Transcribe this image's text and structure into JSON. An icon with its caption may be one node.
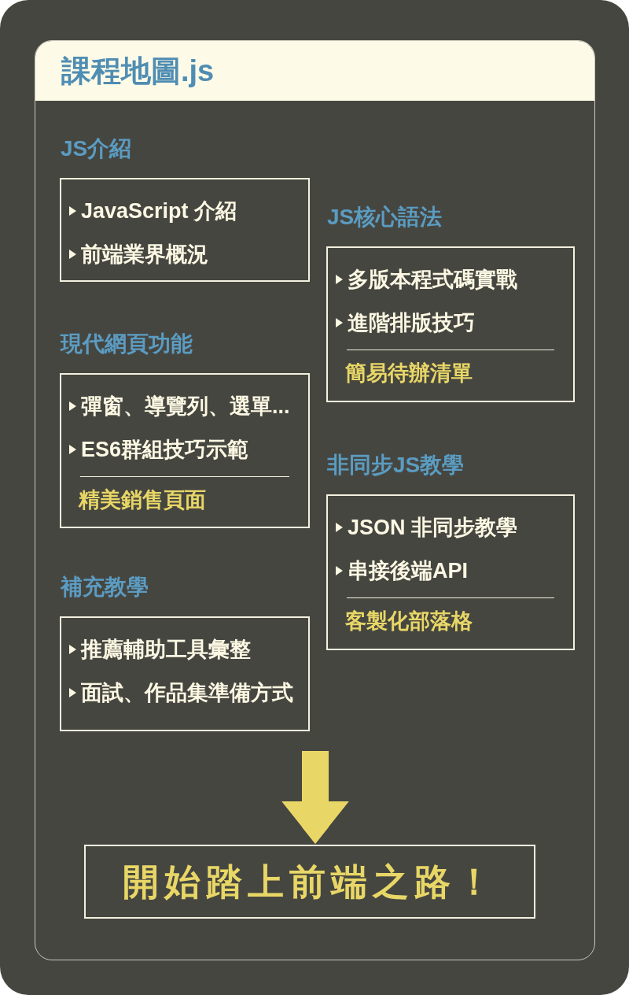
{
  "diagram": {
    "nodes": [
      {
        "text": [
          "課程地圖.js"
        ]
      },
      {
        "text": [
          "JS介紹",
          "JavaScript 介紹",
          "前端業界概況"
        ],
        "in": 0
      },
      {
        "text": [
          "JS核心語法",
          "多版本程式碼實戰",
          "進階排版技巧",
          "簡易待辦清單"
        ],
        "in": 0
      },
      {
        "text": [
          "現代網頁功能",
          "彈窗、導覽列、選單...",
          "ES6群組技巧示範",
          "精美銷售頁面"
        ],
        "in": 0
      },
      {
        "text": [
          "非同步JS教學",
          "JSON 非同步教學",
          "串接後端API",
          "客製化部落格"
        ],
        "in": 0
      },
      {
        "text": [
          "補充教學",
          "推薦輔助工具彙整",
          "面試、作品集準備方式"
        ],
        "in": 0
      },
      {
        "text": [
          "開始踏上前端之路！"
        ],
        "in": 0
      }
    ],
    "edges": [
      {
        "from": null,
        "to": 6,
        "arrow": "to"
      }
    ]
  }
}
